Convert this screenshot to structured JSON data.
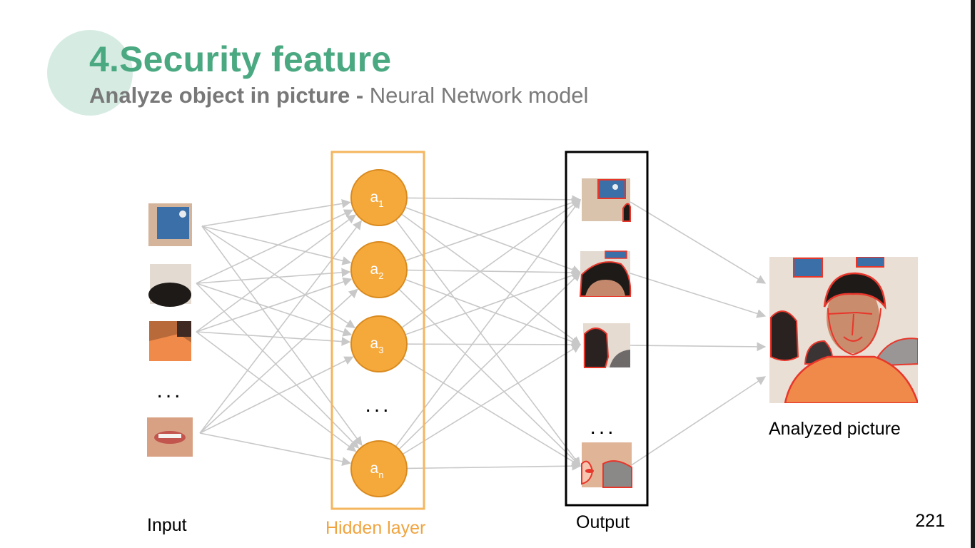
{
  "slide": {
    "title": "4.Security feature",
    "subtitle_bold": "Analyze object in picture",
    "subtitle_sep": " - ",
    "subtitle_rest": "Neural Network model",
    "page_number": "221"
  },
  "labels": {
    "input": "Input",
    "hidden": "Hidden layer",
    "output": "Output",
    "analyzed": "Analyzed picture"
  },
  "hidden_nodes": [
    {
      "base": "a",
      "sub": "1"
    },
    {
      "base": "a",
      "sub": "2"
    },
    {
      "base": "a",
      "sub": "3"
    },
    {
      "base": "a",
      "sub": "n"
    }
  ],
  "ellipsis": "...",
  "colors": {
    "title": "#4aa981",
    "title_circle": "#d6ece3",
    "node_fill": "#f6a93b",
    "node_stroke": "#d98a1f",
    "hidden_box": "#f4b65e",
    "output_box": "#000000",
    "edges": "#c8c8c8",
    "outline": "#e8362b"
  },
  "input_images": [
    "blue-badge-photo",
    "dark-hair-photo",
    "orange-shirt-photo",
    "smiling-mouth-photo"
  ],
  "output_images": [
    "detected-badge-photo",
    "detected-face-photo",
    "detected-person-photo",
    "detected-mouth-photo"
  ],
  "analyzed_image": "segmented-portrait-photo"
}
